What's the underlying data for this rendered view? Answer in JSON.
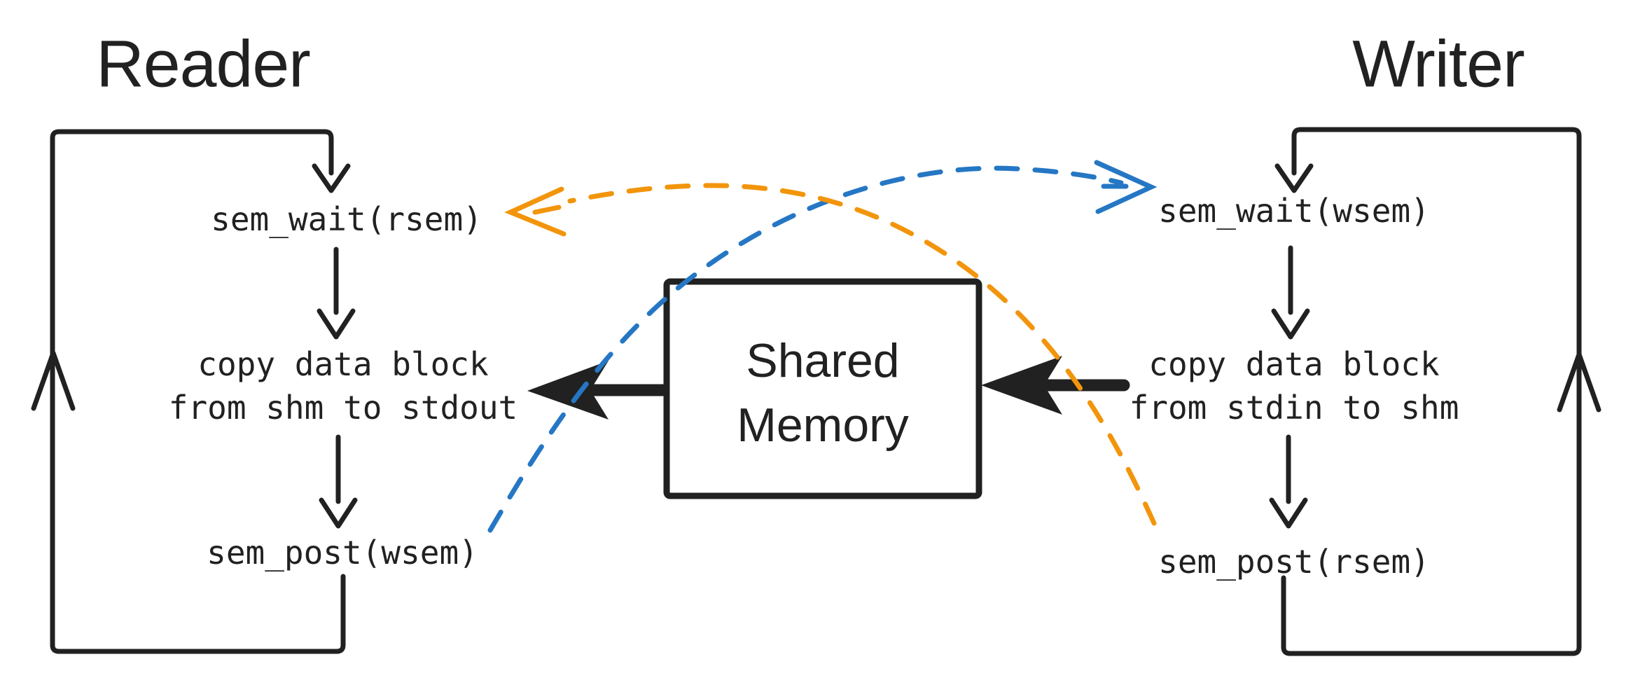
{
  "reader": {
    "title": "Reader",
    "steps": {
      "wait": "sem_wait(rsem)",
      "copy_line1": "copy data block",
      "copy_line2": "from shm to stdout",
      "post": "sem_post(wsem)"
    }
  },
  "writer": {
    "title": "Writer",
    "steps": {
      "wait": "sem_wait(wsem)",
      "copy_line1": "copy data block",
      "copy_line2": "from stdin to shm",
      "post": "sem_post(rsem)"
    }
  },
  "shared_memory": {
    "line1": "Shared",
    "line2": "Memory"
  },
  "colors": {
    "ink": "#212121",
    "rsem_signal": "#F2950C",
    "wsem_signal": "#2577C4"
  }
}
